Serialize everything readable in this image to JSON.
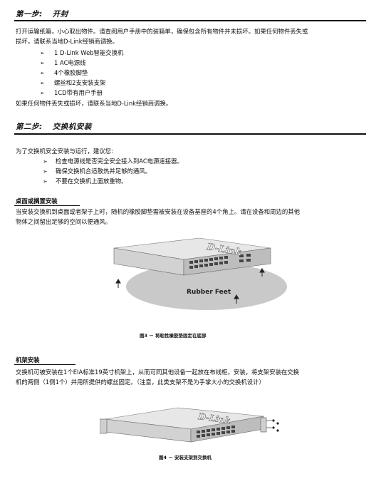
{
  "step1": {
    "label": "第一步:",
    "title": "开封",
    "intro": "打开运输纸箱，小心取出物件。请查阅用户手册中的装箱单，确保包含所有物件并未损坏。如果任何物件丢失或",
    "intro2": "损坏，请联系当地D-Link经销商调换。",
    "items": [
      "1 D-Link Web智能交换机",
      "1 AC电源线",
      "4个橡胶脚垫",
      "螺丝和2支安装支架",
      "1CD带有用户手册"
    ],
    "outro": "如果任何物件丢失或损坏，请联系当地D-Link经销商调换。"
  },
  "step2": {
    "label": "第二步:",
    "title": "交换机安装",
    "intro": "为了交换机安全安装与运行，建议您:",
    "items": [
      "检查电源线是否完全安全接入到AC电源连接器。",
      "确保交换机合适散热并足够的通风。",
      "不要在交换机上面放重物。"
    ]
  },
  "desktop": {
    "title": "桌面或搁置安装",
    "line1": "当安装交换机到桌面或者架子上时，随机的橡胶脚垫需被安装在设备基座的4个角上。请在设备和周边的其他",
    "line2": "物体之间留出足够的空间以便通风。",
    "fig_brand": "D-Link",
    "fig_label": "Rubber Feet",
    "caption": "图3 － 将粘性橡胶垫固定在底部"
  },
  "rack": {
    "title": "机架安装",
    "line1": "交换机可被安装在1个EIA标准19英寸机架上，从而可同其他设备一起放在布线柜。安装，将支架安装在交换",
    "line2": "机的两侧（1侧1个）并用所提供的螺丝固定。（注意，此类支架不是为手掌大小的交换机设计）",
    "fig_brand": "D-Link",
    "caption": "图4 － 安装支架到交换机"
  }
}
